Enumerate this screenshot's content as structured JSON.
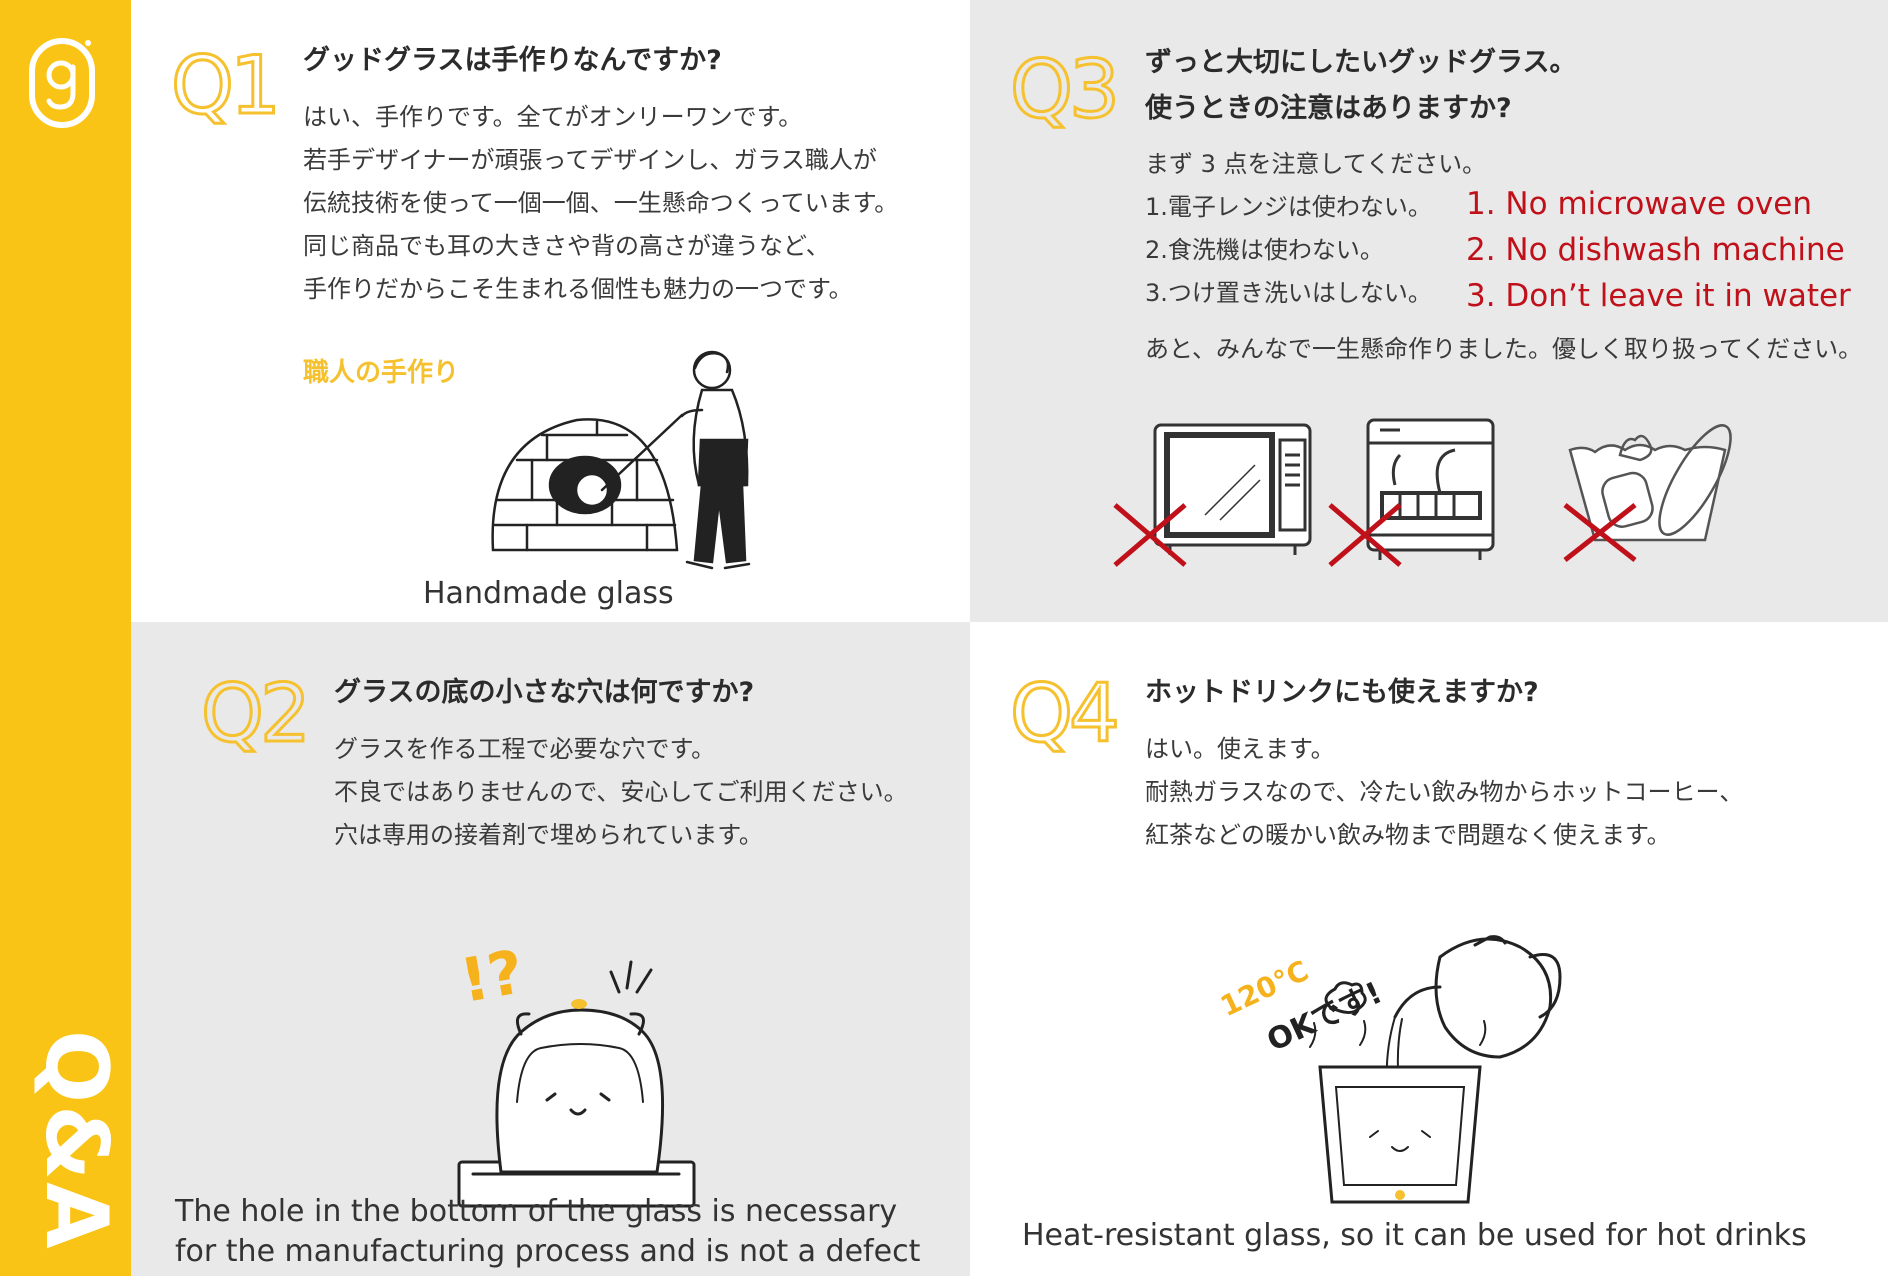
{
  "sidebar": {
    "section_label": "Q&A",
    "brand_color": "#f9c416"
  },
  "q1": {
    "number": "Q1",
    "title": "グッドグラスは手作りなんですか?",
    "lines": [
      "はい、手作りです。全てがオンリーワンです。",
      "若手デザイナーが頑張ってデザインし、ガラス職人が",
      "伝統技術を使って一個一個、一生懸命つくっています。",
      "同じ商品でも耳の大きさや背の高さが違うなど、",
      "手作りだからこそ生まれる個性も魅力の一つです。"
    ],
    "accent_label": "職人の手作り",
    "caption": "Handmade glass"
  },
  "q3": {
    "number": "Q3",
    "title_lines": [
      "ずっと大切にしたいグッドグラス。",
      "使うときの注意はありますか?"
    ],
    "intro": "まず 3 点を注意してください。",
    "points": [
      {
        "jp": "1.電子レンジは使わない。",
        "en": "1. No microwave oven"
      },
      {
        "jp": "2.食洗機は使わない。",
        "en": "2. No dishwash machine"
      },
      {
        "jp": "3.つけ置き洗いはしない。",
        "en": "3. Don’t leave it in water"
      }
    ],
    "outro": "あと、みんなで一生懸命作りました。優しく取り扱ってください。",
    "icons": [
      "microwave-icon",
      "dishwasher-icon",
      "soaking-tub-icon"
    ]
  },
  "q2": {
    "number": "Q2",
    "title": "グラスの底の小さな穴は何ですか?",
    "lines": [
      "グラスを作る工程で必要な穴です。",
      "不良ではありませんので、安心してご利用ください。",
      "穴は専用の接着剤で埋められています。"
    ],
    "exclaim": "!?",
    "caption_lines": [
      "The hole in the bottom of the glass is necessary",
      "for the manufacturing process and is not a defect"
    ]
  },
  "q4": {
    "number": "Q4",
    "title": "ホットドリンクにも使えますか?",
    "lines": [
      "はい。使えます。",
      "耐熱ガラスなので、冷たい飲み物からホットコーヒー、",
      "紅茶などの暖かい飲み物まで問題なく使えます。"
    ],
    "temp_label": "120°C",
    "ok_label": "OKです!",
    "caption": "Heat-resistant glass, so it can be used for hot drinks"
  },
  "colors": {
    "accent": "#f6c12e",
    "warning_red": "#c0101a",
    "panel_gray": "#e9e9e9"
  }
}
